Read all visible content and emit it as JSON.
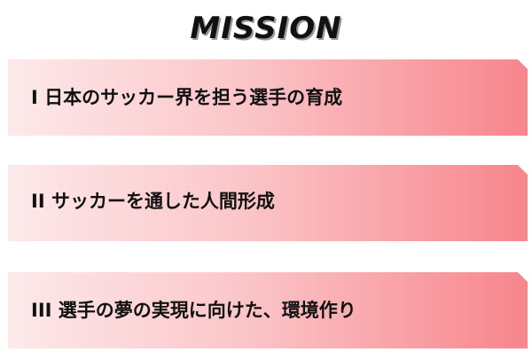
{
  "title": "MISSION",
  "items": [
    {
      "label": "I 日本のサッカー界を担う選手の育成"
    },
    {
      "label": "II サッカーを通した人間形成"
    },
    {
      "label": "III 選手の夢の実現に向けた、環境作り"
    }
  ],
  "colors": {
    "banner_light": "#fde9ea",
    "banner_mid": "#fbc6c9",
    "banner_dark": "#f7858c",
    "text": "#111111"
  }
}
